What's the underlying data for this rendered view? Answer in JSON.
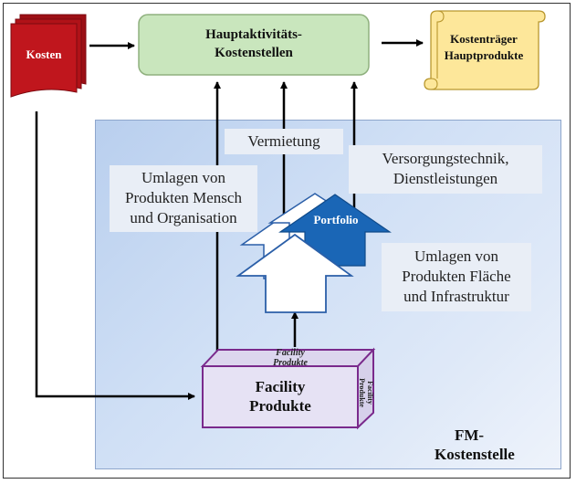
{
  "kosten": "Kosten",
  "haupt": {
    "line1": "Hauptaktivitäts-",
    "line2": "Kostenstellen"
  },
  "kostentraeger": {
    "line1": "Kostenträger",
    "line2": "Hauptprodukte"
  },
  "vermietung": "Vermietung",
  "versorgung": {
    "line1": "Versorgungstechnik,",
    "line2": "Dienstleistungen"
  },
  "umlagen_mensch": {
    "line1": "Umlagen von",
    "line2": "Produkten Mensch",
    "line3": "und Organisation"
  },
  "umlagen_flaeche": {
    "line1": "Umlagen von",
    "line2": "Produkten Fläche",
    "line3": "und Infrastruktur"
  },
  "portfolio": "Portfolio",
  "facility_top": {
    "line1": "Facility",
    "line2": "Produkte"
  },
  "facility_front": {
    "line1": "Facility",
    "line2": "Produkte"
  },
  "facility_side": {
    "line1": "Facility",
    "line2": "Produkte"
  },
  "fm": {
    "line1": "FM-",
    "line2": "Kostenstelle"
  },
  "colors": {
    "kosten": "#c0161d",
    "haupt": "#c9e6bd",
    "scroll": "#fde79a",
    "portfolio": "#1a66b6",
    "cube": "#7a2a8c"
  }
}
